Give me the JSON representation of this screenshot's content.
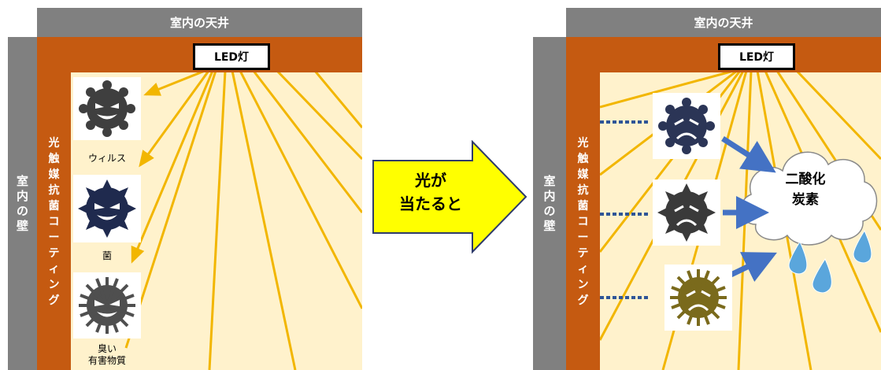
{
  "before": {
    "ceiling_label": "室内の天井",
    "wall_label": [
      "室",
      "内",
      "の",
      "壁"
    ],
    "coating_label": [
      "光",
      "触",
      "媒",
      "抗",
      "菌",
      "コ",
      "ー",
      "テ",
      "ィ",
      "ン",
      "グ"
    ],
    "led_label": "LED灯",
    "germs": [
      {
        "icon": "virus-icon",
        "caption": [
          "ウィルス"
        ],
        "color": "#3f3f3f"
      },
      {
        "icon": "bacteria-icon",
        "caption": [
          "菌"
        ],
        "color": "#1f2a4e"
      },
      {
        "icon": "odor-icon",
        "caption": [
          "臭い",
          "有害物質"
        ],
        "color": "#4f4f4f"
      }
    ]
  },
  "arrow": {
    "label": [
      "光が",
      "当たると"
    ],
    "fill": "#ffff00"
  },
  "after": {
    "ceiling_label": "室内の天井",
    "wall_label": [
      "室",
      "内",
      "の",
      "壁"
    ],
    "coating_label": [
      "光",
      "触",
      "媒",
      "抗",
      "菌",
      "コ",
      "ー",
      "テ",
      "ィ",
      "ン",
      "グ"
    ],
    "led_label": "LED灯",
    "germs": [
      {
        "icon": "sad-virus-icon",
        "color": "#2b3556"
      },
      {
        "icon": "sad-bacteria-icon",
        "color": "#3a3a3a"
      },
      {
        "icon": "sad-odor-icon",
        "color": "#7a6a1c"
      }
    ],
    "cloud_label": [
      "二酸化",
      "炭素"
    ]
  },
  "colors": {
    "wall": "#808080",
    "coating": "#c55a11",
    "room": "#fff2cc",
    "light_ray": "#f2b600",
    "reaction_arrow": "#4472c4",
    "water_drop": "#5aa6dc"
  }
}
